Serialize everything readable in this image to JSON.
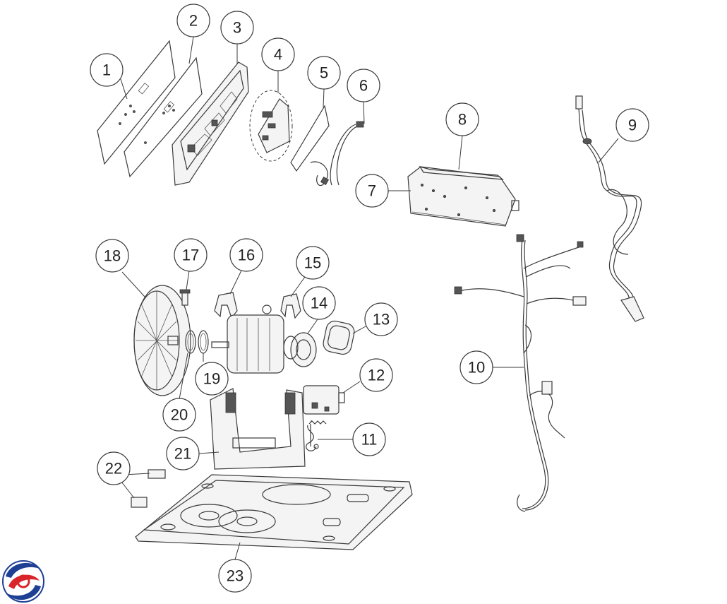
{
  "diagram": {
    "callouts": [
      {
        "id": "callout-1",
        "label": "1"
      },
      {
        "id": "callout-2",
        "label": "2"
      },
      {
        "id": "callout-3",
        "label": "3"
      },
      {
        "id": "callout-4",
        "label": "4"
      },
      {
        "id": "callout-5",
        "label": "5"
      },
      {
        "id": "callout-6",
        "label": "6"
      },
      {
        "id": "callout-7",
        "label": "7"
      },
      {
        "id": "callout-8",
        "label": "8"
      },
      {
        "id": "callout-9",
        "label": "9"
      },
      {
        "id": "callout-10",
        "label": "10"
      },
      {
        "id": "callout-11",
        "label": "11"
      },
      {
        "id": "callout-12",
        "label": "12"
      },
      {
        "id": "callout-13",
        "label": "13"
      },
      {
        "id": "callout-14",
        "label": "14"
      },
      {
        "id": "callout-15",
        "label": "15"
      },
      {
        "id": "callout-16",
        "label": "16"
      },
      {
        "id": "callout-17",
        "label": "17"
      },
      {
        "id": "callout-18",
        "label": "18"
      },
      {
        "id": "callout-19",
        "label": "19"
      },
      {
        "id": "callout-20",
        "label": "20"
      },
      {
        "id": "callout-21",
        "label": "21"
      },
      {
        "id": "callout-22",
        "label": "22"
      },
      {
        "id": "callout-23",
        "label": "23"
      }
    ],
    "logo": {
      "colors": {
        "red": "#d9252a",
        "blue": "#1d3f94"
      }
    }
  }
}
